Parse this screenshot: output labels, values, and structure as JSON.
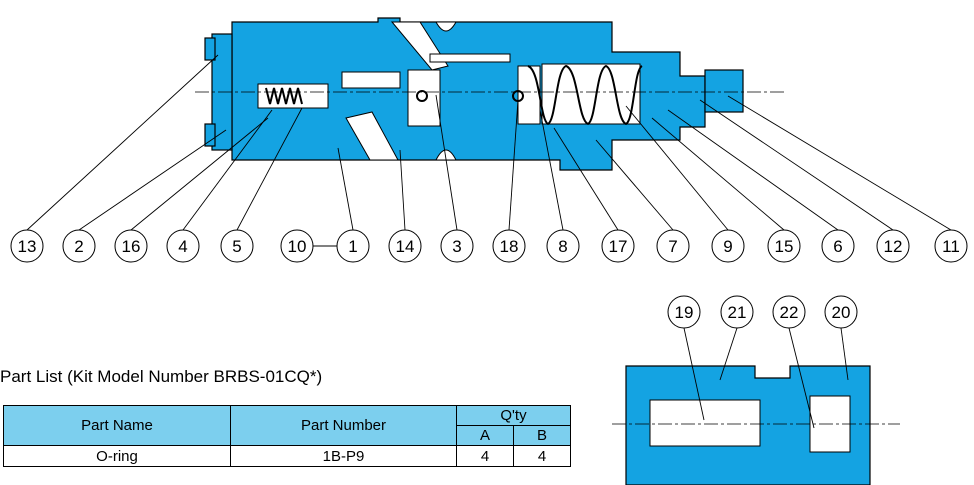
{
  "callouts_top": [
    "13",
    "2",
    "16",
    "4",
    "5",
    "10",
    "1",
    "14",
    "3",
    "18",
    "8",
    "17",
    "7",
    "9",
    "15",
    "6",
    "12",
    "11"
  ],
  "callouts_bottom": [
    "19",
    "21",
    "22",
    "20"
  ],
  "part_list": {
    "caption": "Part List (Kit Model Number BRBS-01CQ*)",
    "headers": {
      "part_name": "Part Name",
      "part_number": "Part Number",
      "qty": "Q'ty",
      "a": "A",
      "b": "B"
    },
    "rows": [
      {
        "part_name": "O-ring",
        "part_number": "1B-P9",
        "a": "4",
        "b": "4"
      }
    ]
  },
  "colors": {
    "body": "#14a3e2",
    "line": "#000000",
    "table_header": "#7ccfee"
  }
}
